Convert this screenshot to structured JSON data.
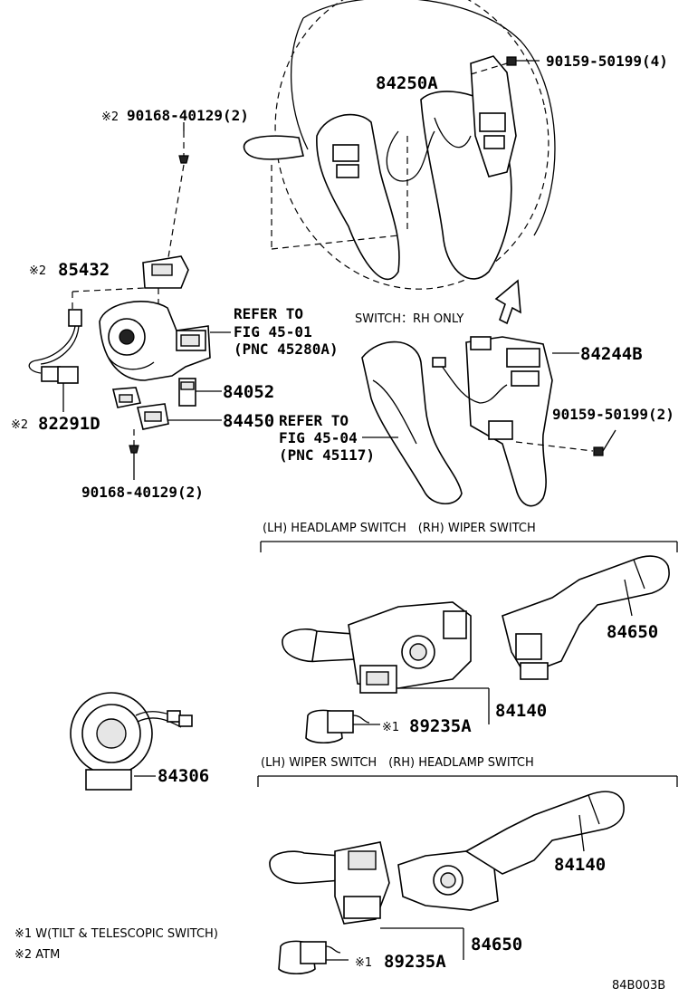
{
  "labels": {
    "p90168_top": "90168-40129(2)",
    "p90159_top": "90159-50199(4)",
    "p84250a": "84250A",
    "p85432": "85432",
    "refer1_a": "REFER TO",
    "refer1_b": "FIG 45-01",
    "refer1_c": "(PNC 45280A)",
    "switch_rh_only": "SWITCH：RH ONLY",
    "p84244b": "84244B",
    "p84052": "84052",
    "p82291d": "82291D",
    "p84450": "84450",
    "p90159_mid": "90159-50199(2)",
    "refer2_a": "REFER TO",
    "refer2_b": "FIG 45-04",
    "refer2_c": "(PNC 45117)",
    "p90168_bot": "90168-40129(2)",
    "group1_title": "(LH) HEADLAMP SWITCH　(RH) WIPER SWITCH",
    "p84650_a": "84650",
    "p84140_a": "84140",
    "p89235a_a": "89235A",
    "p84306": "84306",
    "group2_title": "(LH) WIPER SWITCH　(RH) HEADLAMP SWITCH",
    "p84140_b": "84140",
    "p84650_b": "84650",
    "p89235a_b": "89235A",
    "note_mark1": "※1",
    "note_mark2": "※2",
    "footnote1": "※1 W(TILT & TELESCOPIC SWITCH)",
    "footnote2": "※2 ATM",
    "diagram_code": "84B003B"
  }
}
